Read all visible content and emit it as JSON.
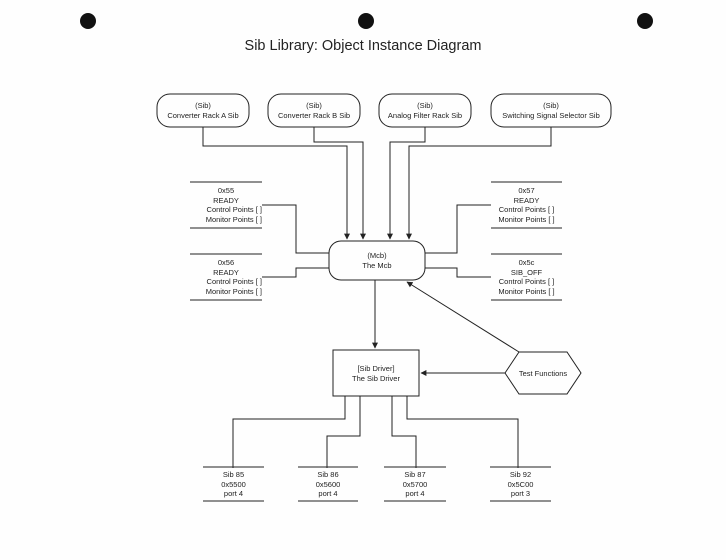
{
  "title": "Sib Library:  Object Instance Diagram",
  "rack_sibs": [
    {
      "type": "(Sib)",
      "name": "Converter Rack A Sib"
    },
    {
      "type": "(Sib)",
      "name": "Converter Rack B Sib"
    },
    {
      "type": "(Sib)",
      "name": "Analog Filter Rack Sib"
    },
    {
      "type": "(Sib)",
      "name": "Switching Signal Selector Sib"
    }
  ],
  "mcb": {
    "type": "(Mcb)",
    "name": "The Mcb"
  },
  "state_boxes": [
    {
      "lines": [
        "0x55",
        "READY",
        "Control Points [ ]",
        "Monitor Points [ ]"
      ]
    },
    {
      "lines": [
        "0x56",
        "READY",
        "Control Points [ ]",
        "Monitor Points [ ]"
      ]
    },
    {
      "lines": [
        "0x57",
        "READY",
        "Control Points [ ]",
        "Monitor Points [ ]"
      ]
    },
    {
      "lines": [
        "0x5c",
        "SIB_OFF",
        "Control Points [ ]",
        "Monitor Points [ ]"
      ]
    }
  ],
  "driver": {
    "type": "[Sib Driver]",
    "name": "The Sib Driver"
  },
  "test_functions": "Test Functions",
  "sib_instances": [
    {
      "lines": [
        "Sib 85",
        "0x5500",
        "port 4"
      ]
    },
    {
      "lines": [
        "Sib 86",
        "0x5600",
        "port 4"
      ]
    },
    {
      "lines": [
        "Sib 87",
        "0x5700",
        "port 4"
      ]
    },
    {
      "lines": [
        "Sib 92",
        "0x5C00",
        "port 3"
      ]
    }
  ],
  "colors": {
    "ink": "#222222",
    "paper": "#fefefe",
    "hole": "#111111"
  }
}
